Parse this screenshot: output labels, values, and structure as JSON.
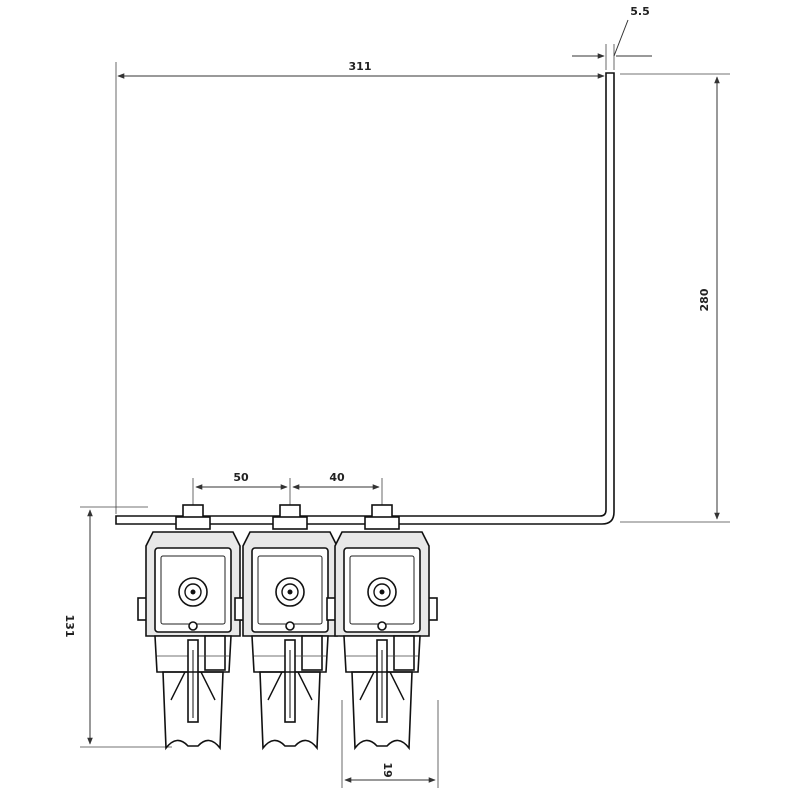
{
  "dimensions": {
    "width": "311",
    "thickness": "5.5",
    "height": "280",
    "spacing_left": "50",
    "spacing_right": "40",
    "valve_height": "131",
    "valve_width": "19"
  },
  "valves": [
    {
      "id": "valve-1"
    },
    {
      "id": "valve-2"
    },
    {
      "id": "valve-3"
    }
  ]
}
